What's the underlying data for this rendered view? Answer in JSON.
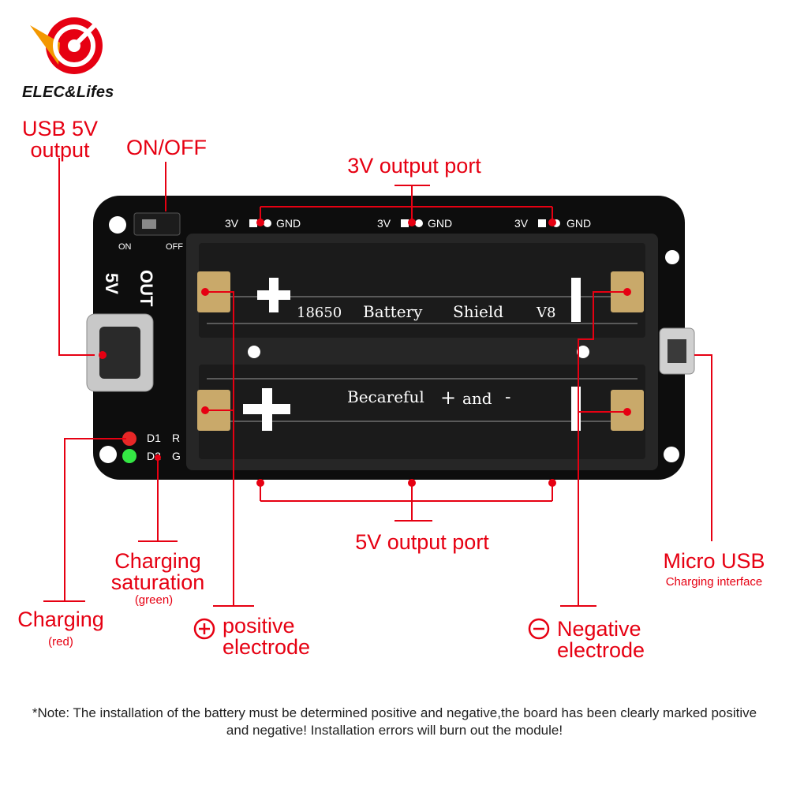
{
  "brand": {
    "name": "ELEC&Lifes"
  },
  "labels": {
    "usb5v_line1": "USB 5V",
    "usb5v_line2": "output",
    "onoff": "ON/OFF",
    "port3v": "3V output port",
    "port5v": "5V output port",
    "micro_usb": "Micro USB",
    "micro_usb_sub": "Charging interface",
    "charging_sat_line1": "Charging",
    "charging_sat_line2": "saturation",
    "charging_sat_sub": "(green)",
    "charging": "Charging",
    "charging_sub": "(red)",
    "positive_line1": "positive",
    "positive_line2": "electrode",
    "negative_line1": "Negative",
    "negative_line2": "electrode"
  },
  "board": {
    "title": "18650",
    "title2": "Battery",
    "title3": "Shield",
    "version": "V8",
    "warning_prefix": "Becareful",
    "warning_plus": "+",
    "warning_and": "and",
    "warning_minus": "-",
    "pin_3v": "3V",
    "pin_5v": "5V",
    "pin_gnd": "GND",
    "switch_on": "ON",
    "switch_off": "OFF",
    "out_label": "OUT",
    "out_5v": "5V",
    "led_d1": "D1",
    "led_d1_color": "R",
    "led_d2": "D2",
    "led_d2_color": "G"
  },
  "note": "*Note: The installation of the battery must be determined positive and negative,the board has been clearly marked positive and negative! Installation errors will burn out the module!",
  "colors": {
    "accent": "#e60012",
    "board": "#0d0d0d",
    "battery_holder": "#262626",
    "led_red": "#ff2a2a",
    "led_green": "#38ff4a"
  }
}
